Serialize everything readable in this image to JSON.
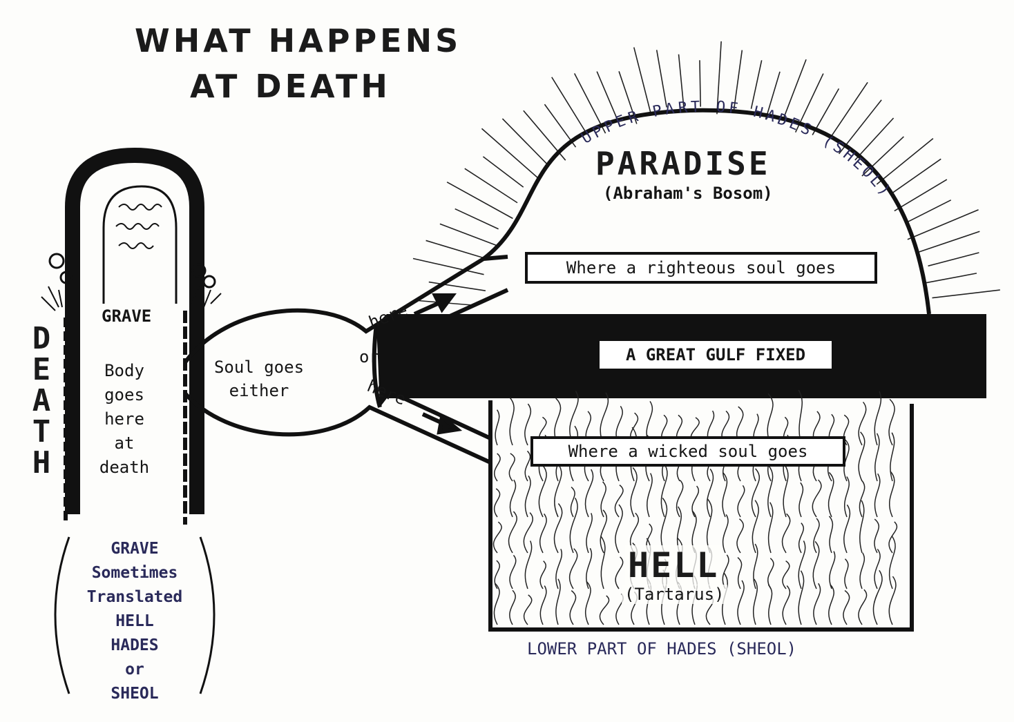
{
  "title": {
    "line1": "WHAT HAPPENS",
    "line2": "AT DEATH"
  },
  "left": {
    "death_letters": [
      "D",
      "E",
      "A",
      "T",
      "H"
    ],
    "grave_label": "GRAVE",
    "body_text": [
      "Body",
      "goes",
      "here",
      "at",
      "death"
    ],
    "grave_note": [
      "GRAVE",
      "Sometimes",
      "Translated",
      "HELL",
      "HADES",
      "or",
      "SHEOL"
    ]
  },
  "soul": {
    "text": [
      "Soul goes",
      "either"
    ],
    "here_top": "here",
    "or": "or",
    "here_bottom": "here"
  },
  "paradise": {
    "arc_label": "UPPER PART OF HADES (SHEOL)",
    "title": "PARADISE",
    "subtitle": "(Abraham's Bosom)",
    "box": "Where a righteous soul goes"
  },
  "gulf": {
    "label": "A GREAT GULF FIXED"
  },
  "hell": {
    "box": "Where a wicked soul goes",
    "title": "HELL",
    "subtitle": "(Tartarus)",
    "bottom_label": "LOWER PART OF HADES (SHEOL)"
  },
  "colors": {
    "ink": "#111111",
    "paper": "#fdfdfb",
    "blue_ink": "#2a2a5a"
  }
}
